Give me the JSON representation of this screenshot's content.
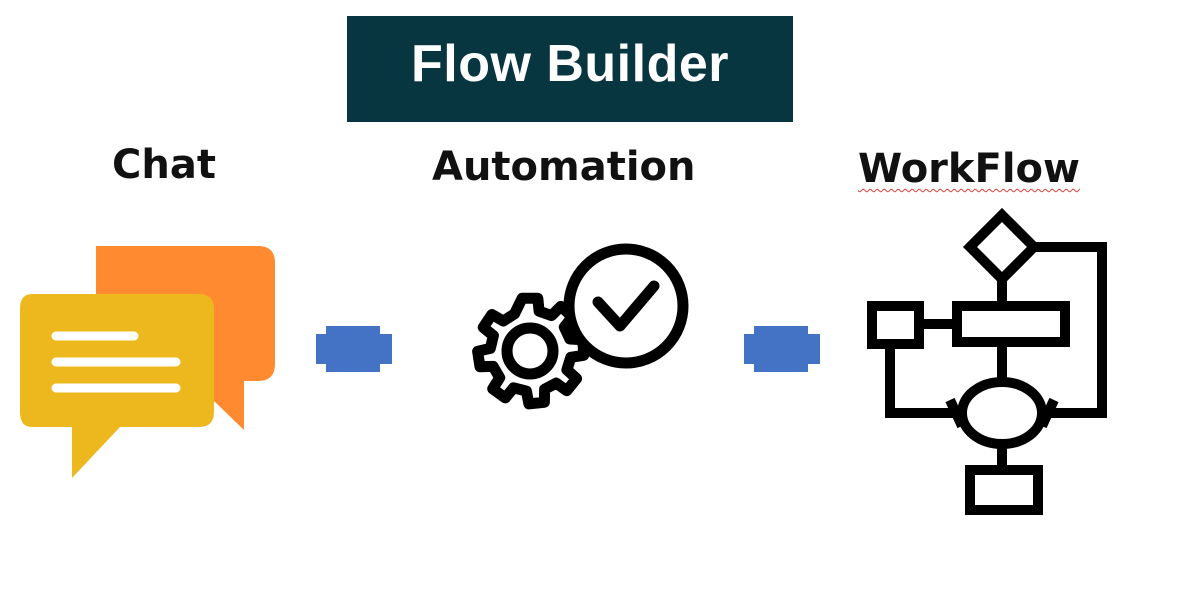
{
  "banner": {
    "title": "Flow Builder",
    "background": "#073640",
    "text_color": "#FFFFFF"
  },
  "stages": [
    {
      "label": "Chat",
      "icon": "chat-bubbles-icon"
    },
    {
      "label": "Automation",
      "icon": "gear-check-icon"
    },
    {
      "label": "WorkFlow",
      "icon": "flowchart-icon"
    }
  ],
  "connectors": [
    {
      "from": "Chat",
      "to": "Automation",
      "color": "#4472C4"
    },
    {
      "from": "Automation",
      "to": "WorkFlow",
      "color": "#4472C4"
    }
  ],
  "colors": {
    "chat_back_bubble": "#FF8A30",
    "chat_front_bubble": "#EDB81E",
    "icon_stroke": "#000000",
    "spellcheck_underline": "#E0403A"
  }
}
